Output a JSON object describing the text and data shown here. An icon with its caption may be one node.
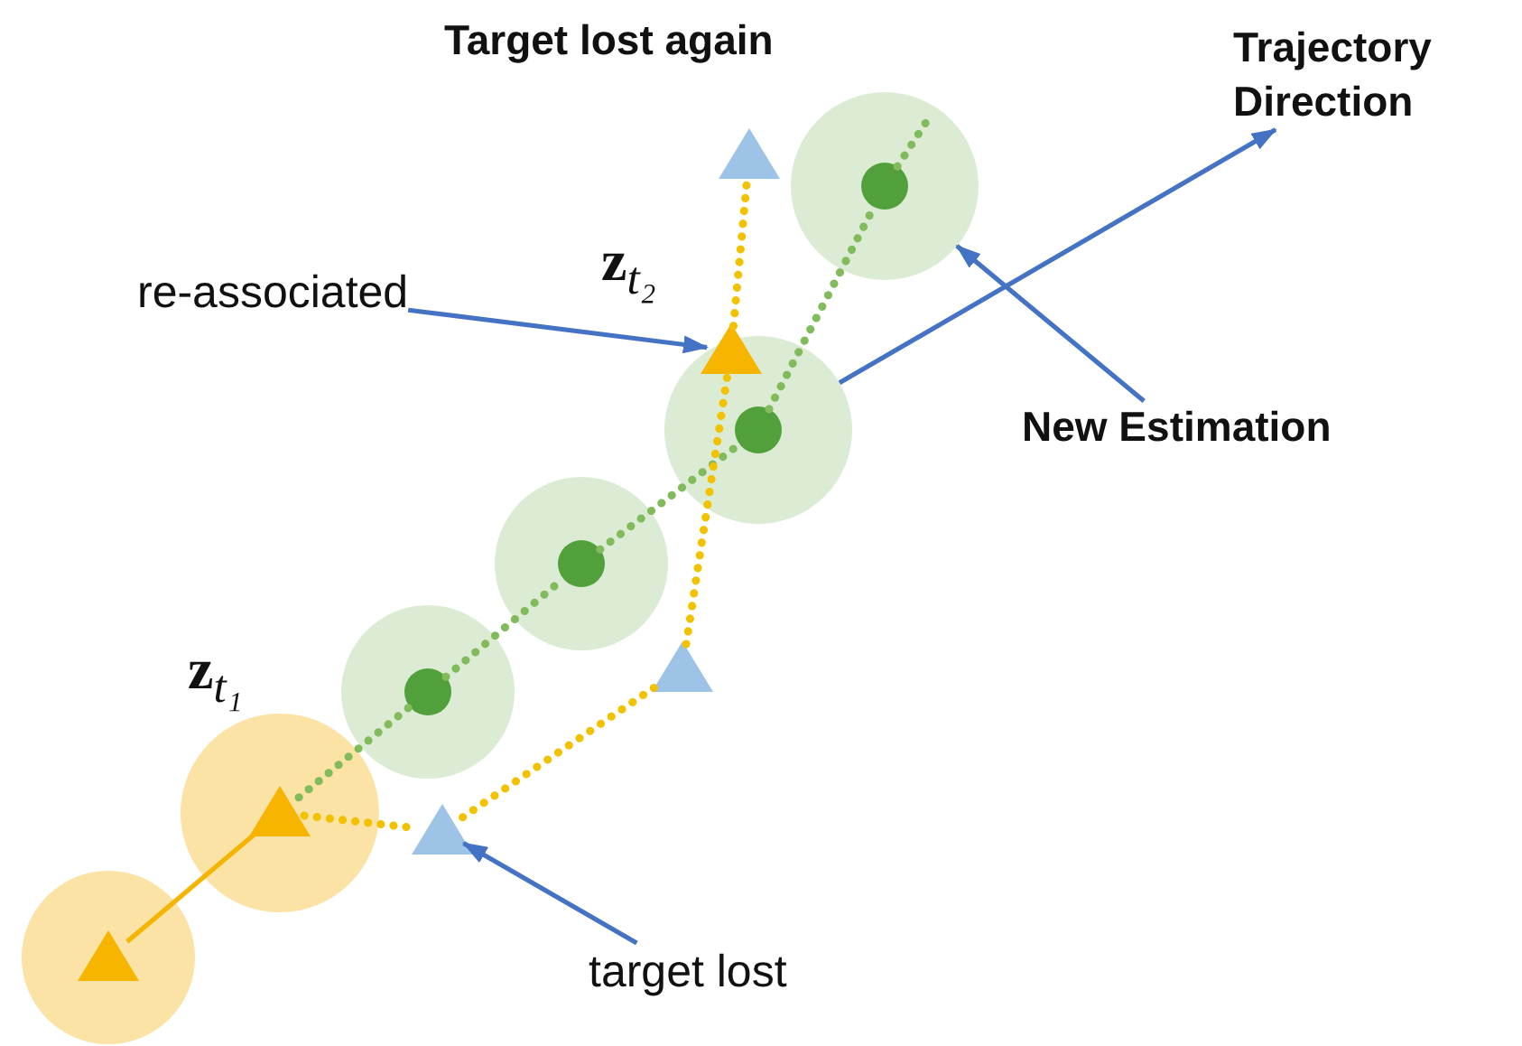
{
  "diagram": {
    "nodes": [
      {
        "text": [
          "Target lost again"
        ]
      },
      {
        "text": [
          "Trajectory Direction"
        ]
      },
      {
        "text": [],
        "shape": "triangle"
      },
      {
        "text": [],
        "shape": "circle"
      },
      {
        "text": [],
        "shape": "circle",
        "in": 3
      },
      {
        "text": [
          "re-associated"
        ]
      },
      {
        "text": [],
        "shape": "circle"
      },
      {
        "text": [],
        "shape": "triangle"
      },
      {
        "text": [],
        "shape": "circle",
        "in": 6
      },
      {
        "text": [
          "New Estimation"
        ]
      },
      {
        "text": [],
        "shape": "circle"
      },
      {
        "text": [],
        "shape": "circle",
        "in": 10
      },
      {
        "text": [],
        "shape": "circle"
      },
      {
        "text": [],
        "shape": "circle",
        "in": 12
      },
      {
        "text": [],
        "shape": "triangle"
      },
      {
        "text": [],
        "shape": "circle"
      },
      {
        "text": [],
        "shape": "triangle",
        "in": 15
      },
      {
        "text": [],
        "shape": "triangle"
      },
      {
        "text": [],
        "shape": "circle"
      },
      {
        "text": [],
        "shape": "triangle",
        "in": 18
      },
      {
        "text": [
          "target lost"
        ]
      }
    ],
    "edges": [
      {
        "from": 16,
        "to": 19,
        "arrow": "none",
        "color": "#f5b400"
      },
      {
        "from": 16,
        "to": 13,
        "arrow": "none",
        "style": "dashed",
        "color": "#82bb5c"
      },
      {
        "from": 13,
        "to": 11,
        "arrow": "none",
        "style": "dashed",
        "color": "#82bb5c"
      },
      {
        "from": 11,
        "to": 8,
        "arrow": "none",
        "style": "dashed",
        "color": "#82bb5c"
      },
      {
        "from": 8,
        "to": 4,
        "arrow": "none",
        "style": "dashed",
        "color": "#82bb5c"
      },
      {
        "from": 4,
        "to": null,
        "arrow": "none",
        "style": "dashed",
        "color": "#82bb5c"
      },
      {
        "from": 16,
        "to": 17,
        "arrow": "none",
        "style": "dashed",
        "color": "#f2c200"
      },
      {
        "from": 17,
        "to": 14,
        "arrow": "none",
        "style": "dashed",
        "color": "#f2c200"
      },
      {
        "from": 14,
        "to": 7,
        "arrow": "none",
        "style": "dashed",
        "color": "#f2c200"
      },
      {
        "from": 7,
        "to": 2,
        "arrow": "none",
        "style": "dashed",
        "color": "#f2c200"
      },
      {
        "from": 5,
        "to": 7,
        "arrow": "to",
        "color": "#4472c4"
      },
      {
        "from": 6,
        "to": 1,
        "arrow": "to",
        "color": "#4472c4"
      },
      {
        "from": 9,
        "to": 3,
        "arrow": "to",
        "color": "#4472c4"
      },
      {
        "from": 20,
        "to": 17,
        "arrow": "to",
        "color": "#4472c4"
      }
    ],
    "labels": [
      "**z**$_{t₂}$",
      "**z**$_{t₁}$"
    ]
  }
}
